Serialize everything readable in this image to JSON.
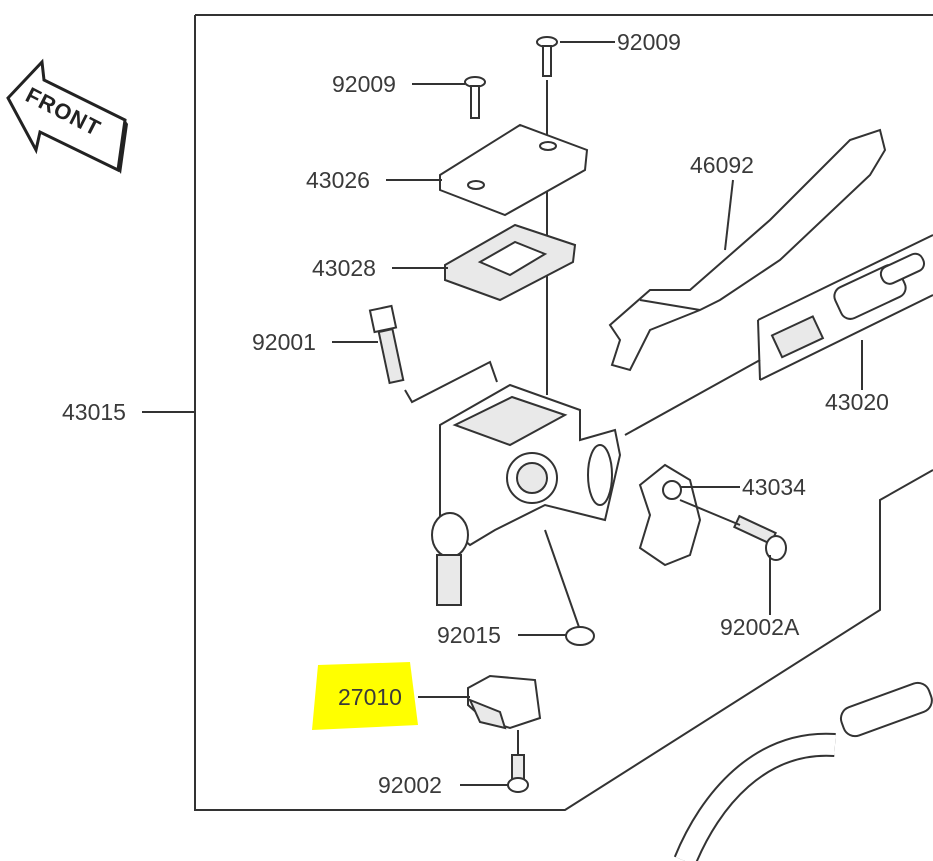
{
  "diagram": {
    "front_arrow_text": "FRONT",
    "highlight_color": "#ffff00",
    "line_color": "#333333",
    "labels": {
      "l92009a": "92009",
      "l92009b": "92009",
      "l43026": "43026",
      "l43028": "43028",
      "l92001": "92001",
      "l43015": "43015",
      "l46092": "46092",
      "l43020": "43020",
      "l43034": "43034",
      "l92002A": "92002A",
      "l92015": "92015",
      "l27010": "27010",
      "l92002": "92002"
    }
  }
}
